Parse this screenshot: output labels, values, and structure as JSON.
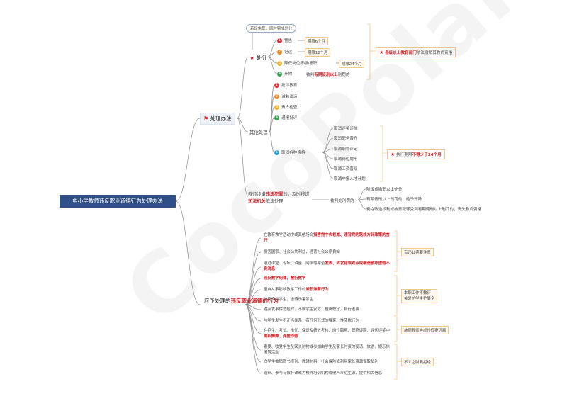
{
  "root": "中小学教师违反职业道德行为处理办法",
  "watermark": "CocoPolaris",
  "section1": {
    "title": "处理办法",
    "chufen": {
      "label": "处分",
      "bubble": "若是免职，同时完成处分",
      "items": [
        {
          "num": "1",
          "label": "警告",
          "tag": "期限6个月",
          "color": "#e0303a"
        },
        {
          "num": "2",
          "label": "记过",
          "tag": "期限12个月",
          "color": "#f08a24"
        },
        {
          "num": "3",
          "label": "降低岗位等级/撤职",
          "tag": "期限24个月",
          "color": "#f0b429"
        },
        {
          "num": "4",
          "label": "开除",
          "tag": "",
          "color": "#3aa655"
        }
      ],
      "kaichu_pre": "被判",
      "kaichu_red": "有期徒刑以上",
      "kaichu_post": "刑罚的",
      "right_note_red": "县级以上教育部门",
      "right_note_tail": "依法撤销其教师资格"
    },
    "other": {
      "label": "其他处理",
      "items": [
        {
          "num": "1",
          "label": "批评教育",
          "color": "#e0303a"
        },
        {
          "num": "2",
          "label": "诫勉谈话",
          "color": "#f08a24"
        },
        {
          "num": "3",
          "label": "责令检查",
          "color": "#f0b429"
        },
        {
          "num": "4",
          "label": "通报批评",
          "color": "#3aa655"
        },
        {
          "num": "5",
          "label": "取消各种资格",
          "color": "#2a9fd6"
        }
      ],
      "sub": [
        "取消评奖评优",
        "取消职务晋升",
        "取消职称评定",
        "取消岗位聘用",
        "取消工资晋级",
        "取消申报人才计划"
      ],
      "note_head": "执行期限",
      "note_red": "不得少于24个月"
    },
    "crime": {
      "label_pre": "教师涉嫌",
      "label_red1": "违法犯罪",
      "label_mid": "的，及时移送",
      "label_red2": "司法机关",
      "label_post": "依法处理",
      "judged": "被判处刑罚的",
      "items": [
        "降级或撤职以上处分",
        "有期徒刑以上刑罚的，给予开除",
        "剥夺政治权利或故意犯罪受到有期徒刑以上刑罚的，丧失教师资格"
      ]
    }
  },
  "section2": {
    "title_pre": "应予处理的",
    "title_red": "违反职业道德的行为",
    "items": [
      {
        "plain": "在教育教学活动中或其他场合",
        "red": "损害党中央权威、违背党的路线方针政策的言行",
        "tail": ""
      },
      {
        "plain": "损害国家、社会公共利益，违背社会公序良知",
        "red": "",
        "tail": ""
      },
      {
        "plain": "通过课堂、论坛、讲座、网络等渠道",
        "red": "发表、转发错误观点或编造散布虚假不良消息",
        "tail": ""
      },
      {
        "plain": "",
        "red": "违反教学纪律，敷衍教学",
        "tail": ""
      },
      {
        "plain": "擅自从事影响教学工作的",
        "red": "兼职兼薪行为",
        "tail": ""
      },
      {
        "plain": "歧视侮辱学生，虐待伤害学生",
        "red": "",
        "tail": ""
      },
      {
        "plain": "遇突发事件危险时，不顾学生安危，擅离职守，自行逃离",
        "red": "",
        "tail": ""
      },
      {
        "plain": "与学生发生不正当关系，有任何形式的猥亵、性骚扰行为",
        "red": "",
        "tail": ""
      },
      {
        "plain": "在招生、考试、推优、保送及绩效考核、岗位聘用、职称评聘、评优评奖中",
        "red": "徇私舞弊、弄虚作假",
        "tail": ""
      },
      {
        "plain": "索要、收受学生及家长财物或参加由学生及家长付费的宴请、旅游、娱乐休闲等活动",
        "red": "",
        "tail": ""
      },
      {
        "plain": "向学生推销图书报刊、教辅材料、社会保险或利用家长资源谋取私利",
        "red": "",
        "tail": ""
      },
      {
        "plain": "组织、参与有偿补课或为校外培训机构或他人介绍生源、提供相关信息",
        "red": "",
        "tail": ""
      }
    ],
    "tags": [
      "有违公德要注意",
      "本职工作不敷衍\n关爱护学生护周全",
      "施德教师奔虚作假要远离",
      "不义之财要拒绝"
    ]
  }
}
